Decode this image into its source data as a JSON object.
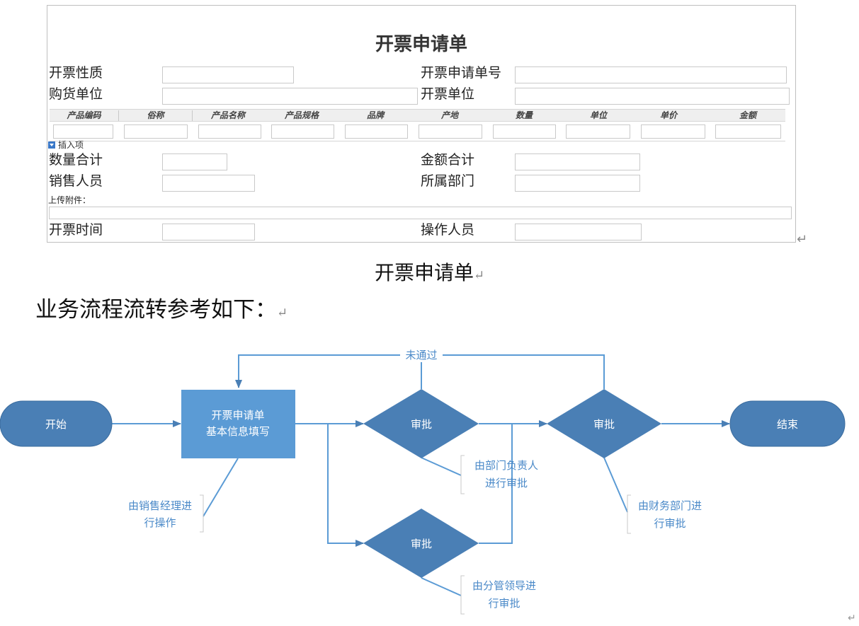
{
  "form": {
    "title": "开票申请单",
    "fields": {
      "nature": "开票性质",
      "request_no": "开票申请单号",
      "buyer": "购货单位",
      "issuer": "开票单位",
      "qty_total": "数量合计",
      "amount_total": "金额合计",
      "salesperson": "销售人员",
      "department": "所属部门",
      "invoice_time": "开票时间",
      "operator": "操作人员"
    },
    "columns": [
      "产品编码",
      "俗称",
      "产品名称",
      "产品规格",
      "品牌",
      "产地",
      "数量",
      "单位",
      "单价",
      "金额"
    ],
    "insert_item": "插入项",
    "upload_label": "上传附件："
  },
  "caption": "开票申请单",
  "flow_intro": "业务流程流转参考如下：",
  "return_mark": "↵",
  "flowchart": {
    "start": "开始",
    "fill_line1": "开票申请单",
    "fill_line2": "基本信息填写",
    "approve1": "审批",
    "approve2": "审批",
    "approve3": "审批",
    "end": "结束",
    "not_passed": "未通过",
    "note_sales_1": "由销售经理进",
    "note_sales_2": "行操作",
    "note_dept_1": "由部门负责人",
    "note_dept_2": "进行审批",
    "note_leader_1": "由分管领导进",
    "note_leader_2": "行审批",
    "note_finance_1": "由财务部门进",
    "note_finance_2": "行审批"
  },
  "colors": {
    "shape_blue": "#4a7fb5",
    "highlight_blue": "#5b9bd5",
    "line_blue": "#5b9bd5",
    "note_text": "#4a89c8"
  }
}
